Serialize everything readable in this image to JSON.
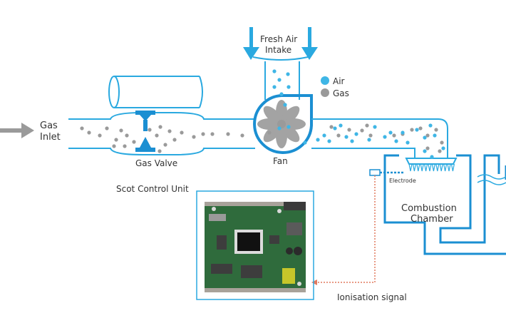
{
  "labels": {
    "gas_inlet": [
      "Gas",
      "Inlet"
    ],
    "fresh_air_intake": [
      "Fresh Air",
      "Intake"
    ],
    "gas_valve": "Gas Valve",
    "fan": "Fan",
    "scot_control_unit": "Scot Control Unit",
    "electrode": "Electrode",
    "combustion_chamber": [
      "Combustion",
      "Chamber"
    ],
    "ionisation_signal": "Ionisation signal"
  },
  "legend": [
    {
      "label": "Air",
      "color": "#3fb6e6"
    },
    {
      "label": "Gas",
      "color": "#9a9a9a"
    }
  ],
  "colors": {
    "pipe": "#2aa9e0",
    "component": "#1b8fd2",
    "signal": "#e07a5f",
    "arrow": "#9a9a9a",
    "board": "#2f6b3c"
  }
}
